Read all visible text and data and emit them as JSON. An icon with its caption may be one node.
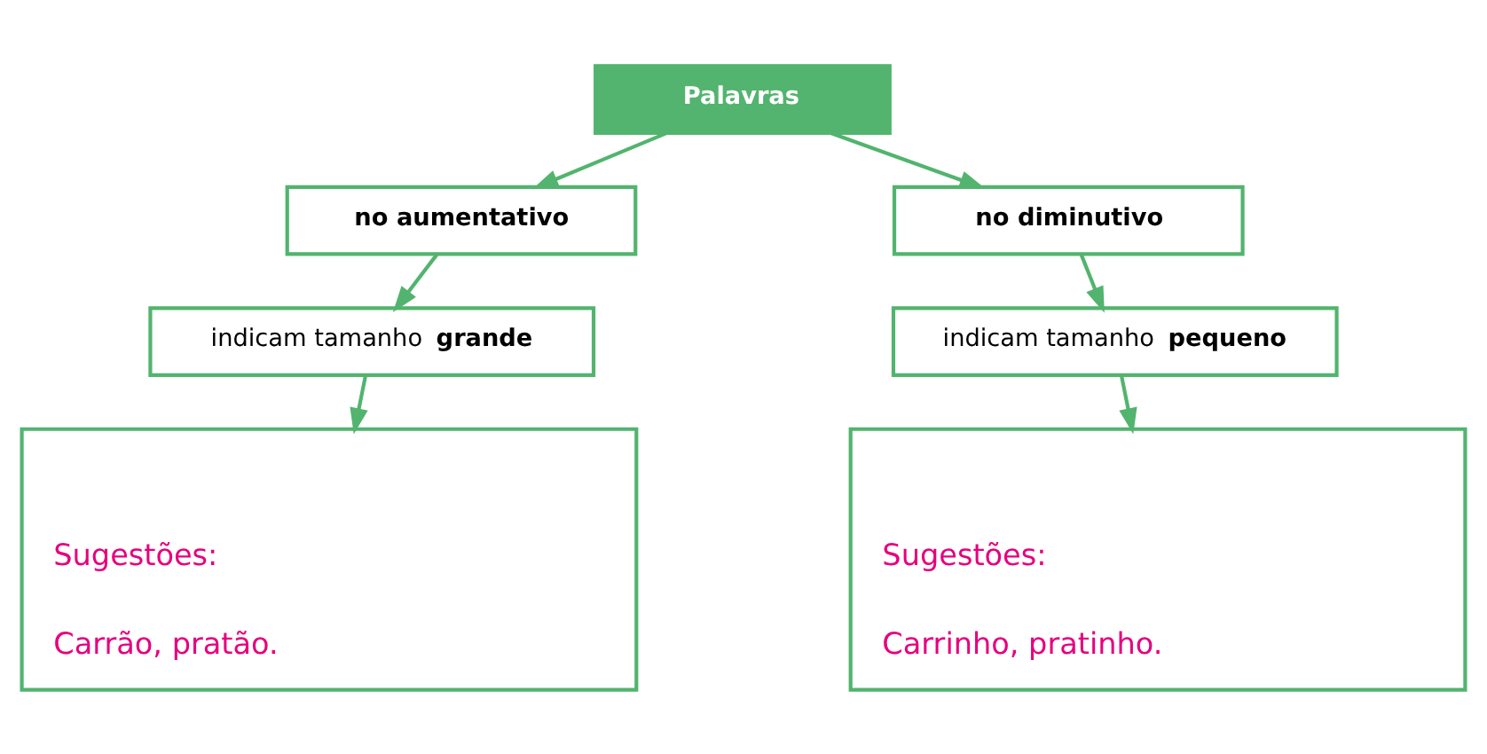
{
  "diagram": {
    "nodes": [
      {
        "text": [
          "Palavras"
        ]
      },
      {
        "text": [
          "no aumentativo"
        ]
      },
      {
        "text": [
          "no diminutivo"
        ]
      },
      {
        "text": [
          "indicam tamanho **grande**"
        ]
      },
      {
        "text": [
          "indicam tamanho **pequeno**"
        ]
      },
      {
        "text": [
          "Sugestões:",
          "Carrão, pratão."
        ]
      },
      {
        "text": [
          "Sugestões:",
          "Carrinho, pratinho."
        ]
      }
    ],
    "edges": [
      {
        "from": 0,
        "to": 1,
        "arrow": "to"
      },
      {
        "from": 0,
        "to": 2,
        "arrow": "to"
      },
      {
        "from": 1,
        "to": 3,
        "arrow": "to"
      },
      {
        "from": 2,
        "to": 4,
        "arrow": "to"
      },
      {
        "from": 3,
        "to": 5,
        "arrow": "to"
      },
      {
        "from": 4,
        "to": 6,
        "arrow": "to"
      }
    ]
  }
}
